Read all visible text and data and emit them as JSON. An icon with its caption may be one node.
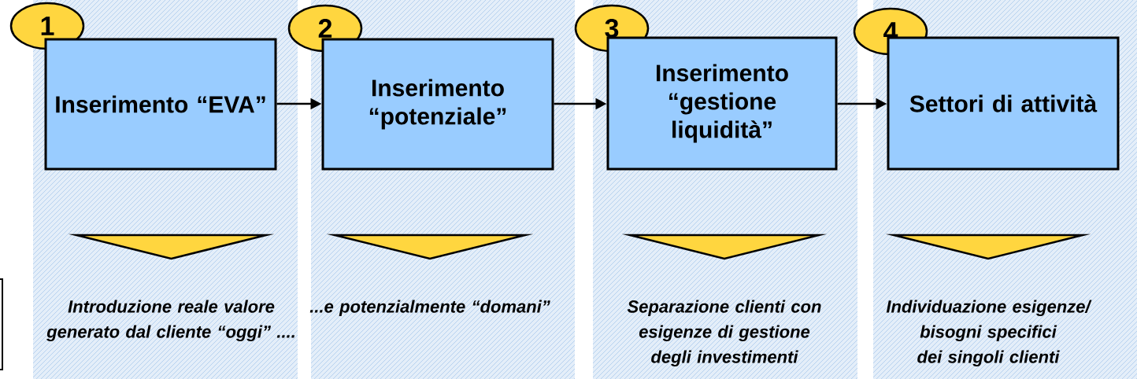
{
  "diagram": {
    "nodes": [
      {
        "text": [
          "1"
        ]
      },
      {
        "text": [
          "Inserimento “EVA”"
        ]
      },
      {
        "text": [
          "2"
        ]
      },
      {
        "text": [
          "Inserimento “potenziale”"
        ]
      },
      {
        "text": [
          "3"
        ]
      },
      {
        "text": [
          "Inserimento “gestione liquidità”"
        ]
      },
      {
        "text": [
          "4"
        ]
      },
      {
        "text": [
          "Settori di attività"
        ]
      }
    ],
    "edges": [
      {
        "from": 1,
        "to": 3,
        "arrow": "to"
      },
      {
        "from": 3,
        "to": 5,
        "arrow": "to"
      },
      {
        "from": 5,
        "to": 7,
        "arrow": "to"
      }
    ],
    "labels": [
      "Introduzione reale valore generato dal cliente “oggi” ....",
      "...e potenzialmente “domani”",
      "Separazione clienti con esigenze di gestione degli investimenti",
      "Individuazione esigenze/ bisogni specifici dei singoli clienti"
    ]
  }
}
